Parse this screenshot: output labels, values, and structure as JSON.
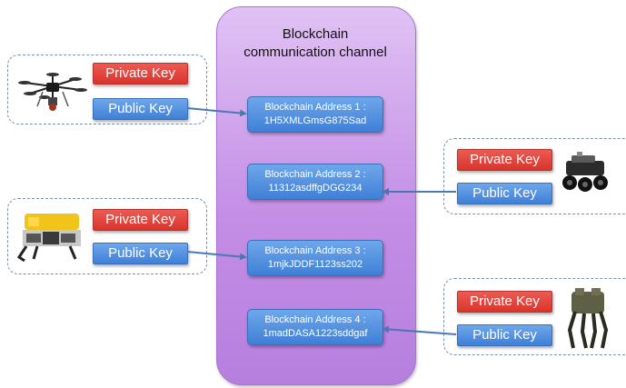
{
  "channel": {
    "title_line1": "Blockchain",
    "title_line2": "communication channel"
  },
  "addresses": [
    {
      "title": "Blockchain Address 1 :",
      "value": "1H5XMLGmsG875Sad"
    },
    {
      "title": "Blockchain Address 2 :",
      "value": "11312asdffgDGG234"
    },
    {
      "title": "Blockchain Address 3 :",
      "value": "1mjkJDDF1123ss202"
    },
    {
      "title": "Blockchain Address 4 :",
      "value": "1madDASA1223sddgaf"
    }
  ],
  "nodes": [
    {
      "private_key": "Private Key",
      "public_key": "Public Key",
      "icon": "drone-icon"
    },
    {
      "private_key": "Private Key",
      "public_key": "Public Key",
      "icon": "rover-robot-icon"
    },
    {
      "private_key": "Private Key",
      "public_key": "Public Key",
      "icon": "underwater-robot-icon"
    },
    {
      "private_key": "Private Key",
      "public_key": "Public Key",
      "icon": "legged-robot-icon"
    }
  ],
  "colors": {
    "channel": "#c48ee6",
    "private_key": "#d9342c",
    "public_key": "#4a8ade",
    "arrow": "#4a78b5"
  }
}
